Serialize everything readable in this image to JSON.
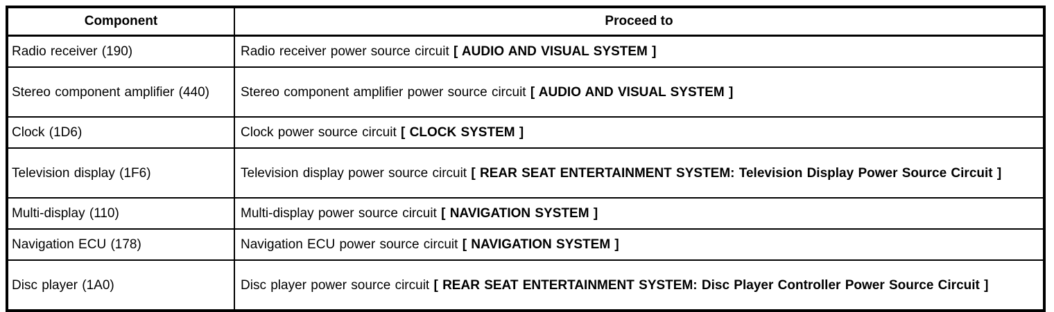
{
  "page": {
    "background_color": "#ffffff",
    "text_color": "#000000",
    "border_color": "#000000"
  },
  "table": {
    "columns": [
      {
        "label": "Component"
      },
      {
        "label": "Proceed to"
      }
    ],
    "rows": [
      {
        "component": "Radio receiver (190)",
        "proceed": "Radio receiver power source circuit ",
        "proceed_ref": "[ AUDIO AND VISUAL SYSTEM ]"
      },
      {
        "component": "Stereo component amplifier (440)",
        "proceed": "Stereo component amplifier power source circuit ",
        "proceed_ref": "[ AUDIO AND VISUAL SYSTEM ]"
      },
      {
        "component": "Clock (1D6)",
        "proceed": "Clock power source circuit ",
        "proceed_ref": "[ CLOCK SYSTEM ]"
      },
      {
        "component": "Television display (1F6)",
        "proceed": "Television display power source circuit ",
        "proceed_ref": "[ REAR SEAT ENTERTAINMENT SYSTEM: Television Display Power Source Circuit ]"
      },
      {
        "component": "Multi-display (110)",
        "proceed": "Multi-display power source circuit ",
        "proceed_ref": "[ NAVIGATION SYSTEM ]"
      },
      {
        "component": "Navigation ECU (178)",
        "proceed": "Navigation ECU power source circuit ",
        "proceed_ref": "[ NAVIGATION SYSTEM ]"
      },
      {
        "component": "Disc player (1A0)",
        "proceed": "Disc player power source circuit ",
        "proceed_ref": "[ REAR SEAT ENTERTAINMENT SYSTEM: Disc Player Controller Power Source Circuit ]"
      }
    ]
  }
}
